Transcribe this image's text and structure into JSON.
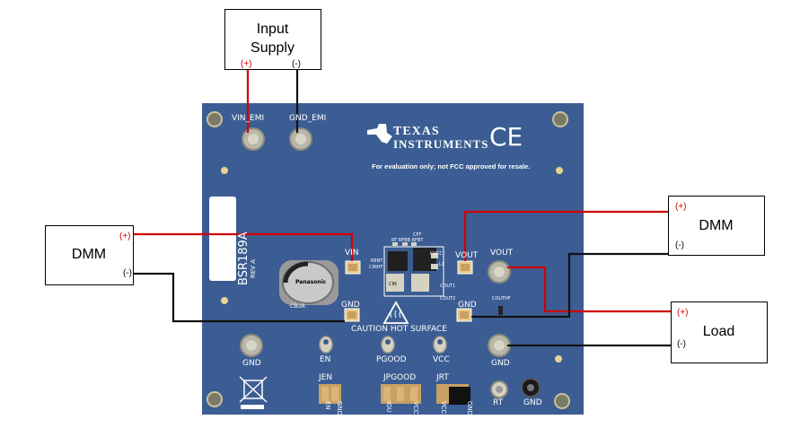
{
  "boxes": {
    "input_supply": {
      "line1": "Input",
      "line2": "Supply",
      "pos": "(+)",
      "neg": "(-)"
    },
    "dmm_left": {
      "title": "DMM",
      "pos": "(+)",
      "neg": "(-)"
    },
    "dmm_right": {
      "title": "DMM",
      "pos": "(+)",
      "neg": "(-)"
    },
    "load": {
      "title": "Load",
      "pos": "(+)",
      "neg": "(-)"
    }
  },
  "board": {
    "brand_line1": "TEXAS",
    "brand_line2": "INSTRUMENTS",
    "ce_mark": "CE",
    "eval_note": "For evaluation only; not FCC approved for resale.",
    "board_id": "BSR189A",
    "rev": "REV A",
    "vin_emi": "VIN_EMI",
    "gnd_emi": "GND_EMI",
    "vin": "VIN",
    "gnd_left": "GND",
    "vout_pad": "VOUT",
    "vout_post": "VOUT",
    "gnd_right": "GND",
    "caution": "CAUTION HOT SURFACE",
    "en": "EN",
    "pgood": "PGOOD",
    "vcc": "VCC",
    "gnd_bl": "GND",
    "gnd_br": "GND",
    "jen": "JEN",
    "jpgood": "JPGOOD",
    "jrt": "JRT",
    "jen_pins": [
      "EN",
      "GND"
    ],
    "jpgood_pins": [
      "IOU",
      "VCC"
    ],
    "jrt_pins": [
      "VCC",
      "GND"
    ],
    "rt": "RT",
    "gnd_rt": "GND",
    "cbulk": "CBulk",
    "cap_brand": "Panasonic",
    "cin": "CIN",
    "cout1": "COUT1",
    "cout2": "COUT2",
    "couthf": "COUTHF",
    "cff": "CFF",
    "rt_rfbb": "RT RFBB RFBT",
    "rent": "RENT",
    "cinhf": "CINHF",
    "l1": "L1",
    "cvcc": "CVCC"
  },
  "colors": {
    "board": "#3b5d93",
    "wire_pos": "#d00000",
    "wire_neg": "#111111",
    "silkscreen": "#ffffff",
    "pad_gold": "#e9c98a"
  }
}
